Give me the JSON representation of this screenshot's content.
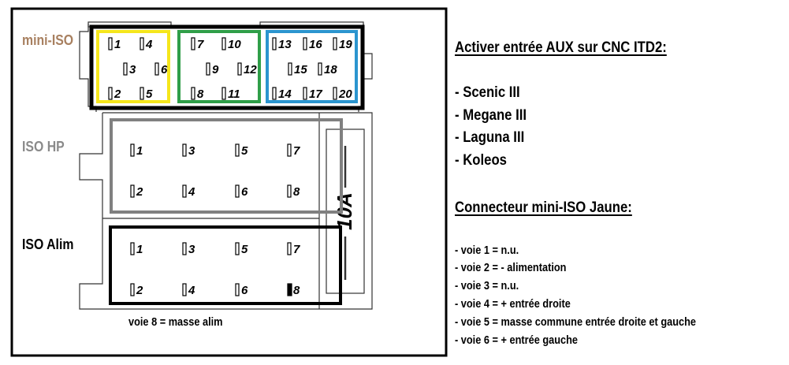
{
  "colors": {
    "yellow": "#f5e61c",
    "green": "#2f9e48",
    "blue": "#2b95cf",
    "grey": "#808080",
    "mini_iso_label": "#a88060",
    "iso_hp_label": "#8a8a8a"
  },
  "labels": {
    "mini_iso": "mini-ISO",
    "iso_hp": "ISO HP",
    "iso_alim": "ISO Alim",
    "voie8_note": "voie 8 = masse alim",
    "fuse": "10A"
  },
  "mini_iso_pins": [
    "1",
    "2",
    "3",
    "4",
    "5",
    "6",
    "7",
    "8",
    "9",
    "10",
    "11",
    "12",
    "13",
    "14",
    "15",
    "16",
    "17",
    "18",
    "19",
    "20"
  ],
  "iso_hp_pins": [
    "1",
    "2",
    "3",
    "4",
    "5",
    "6",
    "7",
    "8"
  ],
  "iso_alim_pins": [
    "1",
    "2",
    "3",
    "4",
    "5",
    "6",
    "7",
    "8"
  ],
  "info": {
    "heading1": "Activer entrée AUX sur CNC ITD2:",
    "models": [
      "- Scenic III",
      "- Megane III",
      "- Laguna III",
      "- Koleos"
    ],
    "heading2": "Connecteur mini-ISO Jaune:",
    "voies": [
      "- voie 1 = n.u.",
      "- voie 2 = - alimentation",
      "- voie 3 = n.u.",
      "- voie 4 = + entrée droite",
      "- voie 5 = masse commune entrée droite et gauche",
      "- voie 6 = + entrée gauche"
    ]
  }
}
